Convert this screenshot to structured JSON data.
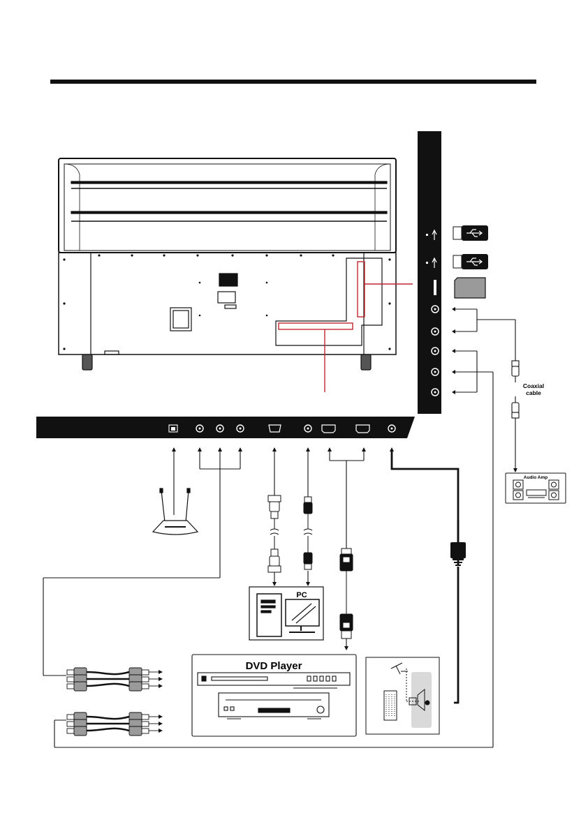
{
  "labels": {
    "coaxial_line1": "Coaxial",
    "coaxial_line2": "cable",
    "audio_amp": "Audio Amp",
    "pc": "PC",
    "dvd_player": "DVD Player"
  },
  "colors": {
    "ink": "#111111",
    "callout": "#c0262e",
    "panel_black": "#111111",
    "port_ring": "#ffffff",
    "light_gray": "#d9d9d9",
    "mid_gray": "#9a9a9a"
  },
  "icons": {
    "usb_port": "usb-symbol-icon",
    "usb_stick": "usb-flash-drive-icon",
    "sd_card": "sd-card-icon",
    "router": "wifi-router-icon",
    "antenna": "antenna-icon"
  }
}
